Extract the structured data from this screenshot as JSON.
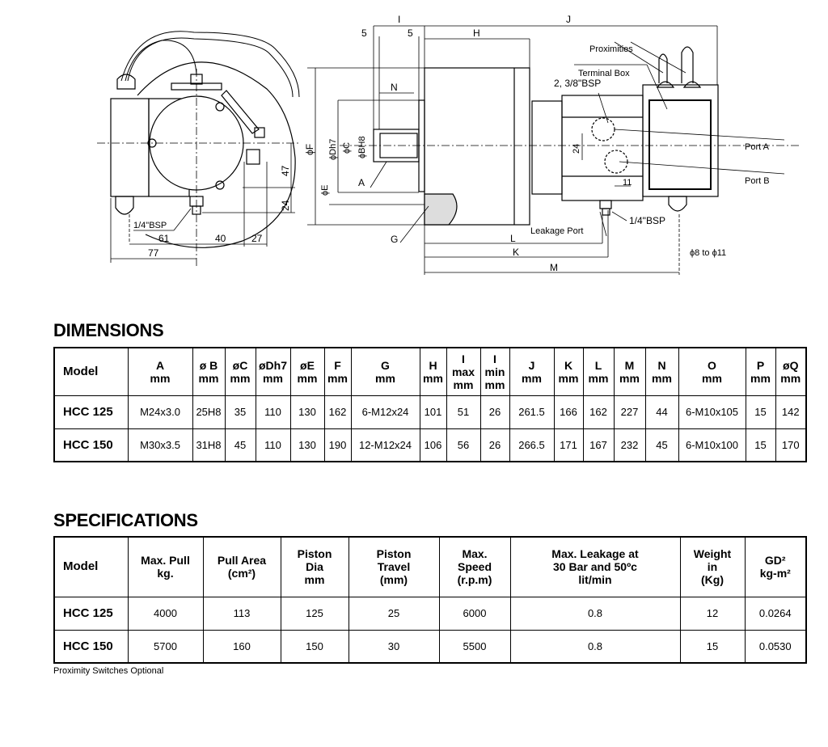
{
  "drawing": {
    "left_view": {
      "bsp_label": "1/4\"BSP",
      "dim_61": "61",
      "dim_40": "40",
      "dim_27": "27",
      "dim_77": "77",
      "dim_47": "47",
      "dim_24": "24"
    },
    "side_view": {
      "dim_I": "I",
      "dim_J": "J",
      "dim_5a": "5",
      "dim_5b": "5",
      "dim_H": "H",
      "dim_N": "N",
      "dim_A": "A",
      "dim_G": "G",
      "dim_L": "L",
      "dim_K": "K",
      "dim_M": "M",
      "phi_F": "ϕF",
      "phi_Dh7": "ϕDh7",
      "phi_C": "ϕC",
      "phi_BH8": "ϕBH8",
      "phi_E": "ϕE",
      "proximities": "Proximities",
      "terminal_box": "Terminal Box",
      "port_bsp": "2, 3/8\"BSP",
      "port_a": "Port A",
      "port_b": "Port B",
      "dim_24": "24",
      "dim_11": "11",
      "leak_bsp": "1/4\"BSP",
      "leakage_port": "Leakage Port",
      "cable_range": "ϕ8 to ϕ11"
    }
  },
  "dimensions": {
    "title": "DIMENSIONS",
    "headers": [
      "Model",
      "A\nmm",
      "ø B\nmm",
      "øC\nmm",
      "øDh7\nmm",
      "øE\nmm",
      "F\nmm",
      "G\nmm",
      "H\nmm",
      "I\nmax\nmm",
      "I\nmin\nmm",
      "J\nmm",
      "K\nmm",
      "L\nmm",
      "M\nmm",
      "N\nmm",
      "O\nmm",
      "P\nmm",
      "øQ\nmm"
    ],
    "rows": [
      [
        "HCC 125",
        "M24x3.0",
        "25H8",
        "35",
        "110",
        "130",
        "162",
        "6-M12x24",
        "101",
        "51",
        "26",
        "261.5",
        "166",
        "162",
        "227",
        "44",
        "6-M10x105",
        "15",
        "142"
      ],
      [
        "HCC 150",
        "M30x3.5",
        "31H8",
        "45",
        "110",
        "130",
        "190",
        "12-M12x24",
        "106",
        "56",
        "26",
        "266.5",
        "171",
        "167",
        "232",
        "45",
        "6-M10x100",
        "15",
        "170"
      ]
    ]
  },
  "specifications": {
    "title": "SPECIFICATIONS",
    "headers": [
      "Model",
      "Max. Pull\nkg.",
      "Pull Area\n(cm²)",
      "Piston\nDia\nmm",
      "Piston\nTravel\n(mm)",
      "Max.\nSpeed\n(r.p.m)",
      "Max. Leakage at\n30 Bar and 50ºc\nlit/min",
      "Weight\nin\n(Kg)",
      "GD²\nkg-m²"
    ],
    "rows": [
      [
        "HCC 125",
        "4000",
        "113",
        "125",
        "25",
        "6000",
        "0.8",
        "12",
        "0.0264"
      ],
      [
        "HCC 150",
        "5700",
        "160",
        "150",
        "30",
        "5500",
        "0.8",
        "15",
        "0.0530"
      ]
    ],
    "note": "Proximity Switches Optional"
  }
}
